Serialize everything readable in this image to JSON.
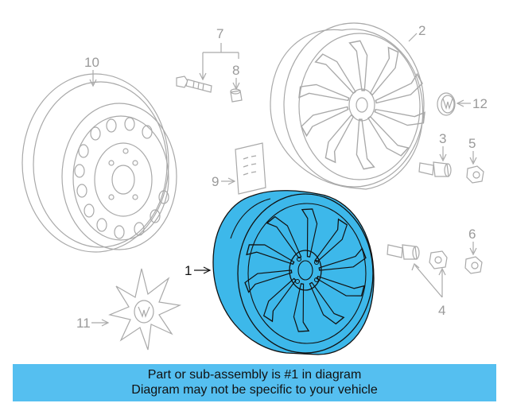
{
  "callouts": {
    "c1": "1",
    "c2": "2",
    "c3": "3",
    "c4": "4",
    "c5": "5",
    "c6": "6",
    "c7": "7",
    "c8": "8",
    "c9": "9",
    "c10": "10",
    "c11": "11",
    "c12": "12"
  },
  "colors": {
    "highlight_part": "#3db8ea",
    "banner": "#55bff0",
    "line_art": "#a9a9a9"
  },
  "banner": {
    "line1": "Part or sub-assembly is #1 in diagram",
    "line2": "Diagram may not be specific to your vehicle"
  }
}
